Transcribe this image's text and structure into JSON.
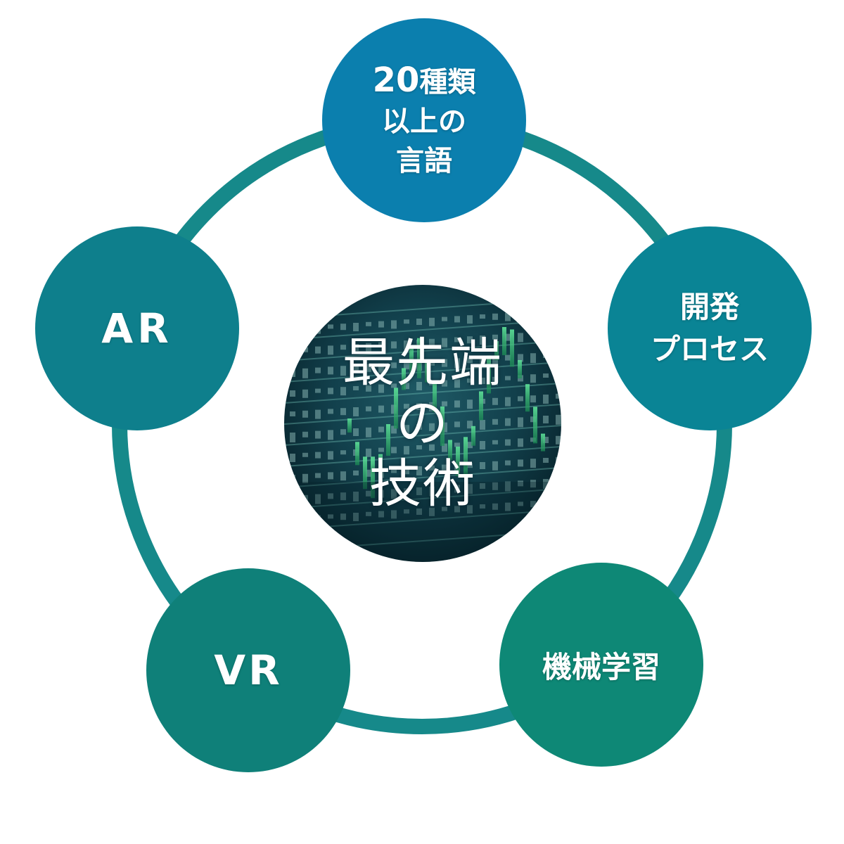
{
  "diagram": {
    "center": {
      "lines": [
        "最先端",
        "の",
        "技術"
      ]
    },
    "nodes": {
      "top": {
        "line1_number": "20",
        "line1_text": "種類",
        "line2": "以上の",
        "line3": "言語"
      },
      "right": {
        "line1": "開発",
        "line2": "プロセス"
      },
      "left": {
        "label": "AR"
      },
      "bottom_left": {
        "label": "VR"
      },
      "bottom_right": {
        "label": "機械学習"
      }
    },
    "colors": {
      "ring": "#16898a",
      "node_top": "#0b7fae",
      "node_right": "#0a8495",
      "node_left": "#0e7f8c",
      "node_bottom_left": "#0f8079",
      "node_bottom_right": "#0e8876",
      "center_dark": "#0a2a33",
      "center_glow": "#2fbf6a"
    }
  }
}
